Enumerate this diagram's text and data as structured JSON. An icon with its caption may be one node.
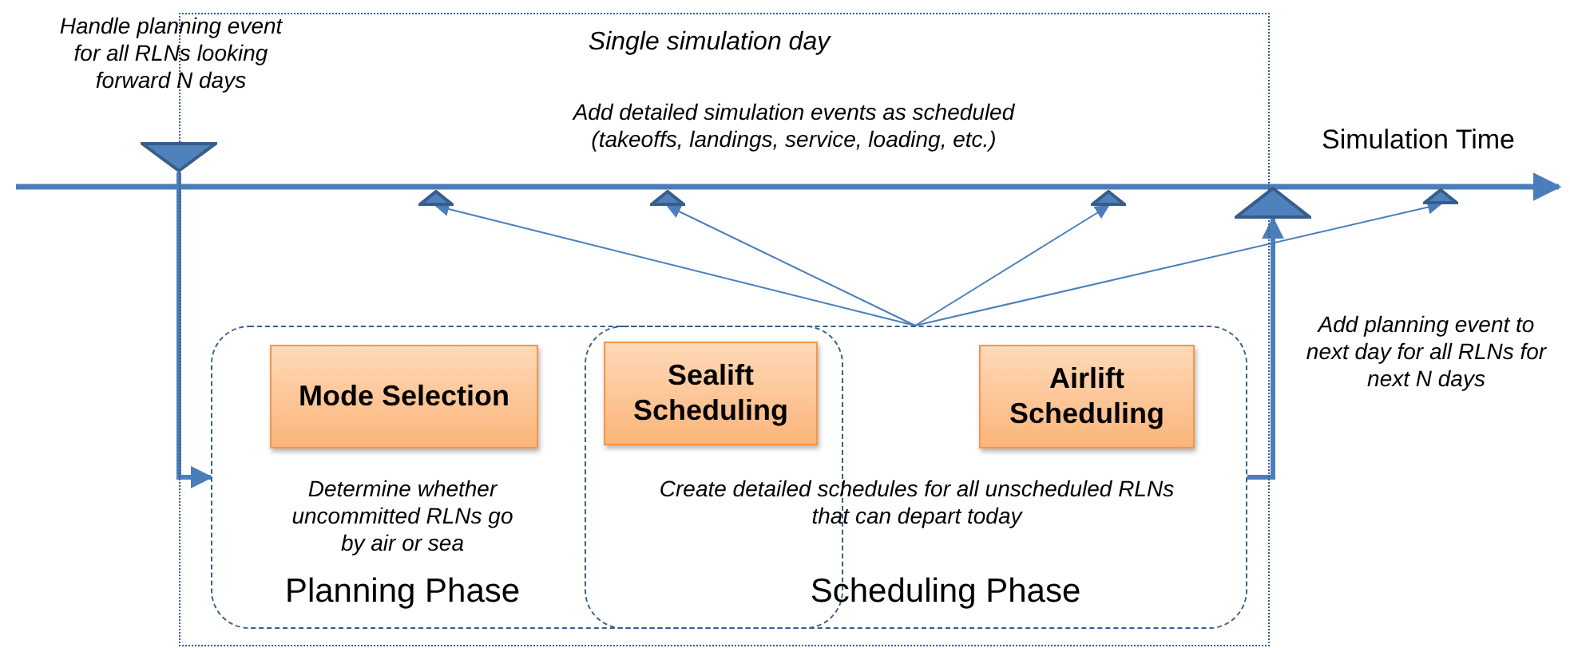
{
  "diagram": {
    "nodes": [
      {
        "text": [
          "Single simulation day"
        ]
      },
      {
        "text": [
          "Determine whether uncommitted RLNs go by air or sea",
          "Planning Phase"
        ],
        "in": 0
      },
      {
        "text": [
          "Create detailed schedules for all unscheduled RLNs that can depart today",
          "Scheduling Phase"
        ],
        "in": 0
      },
      {
        "text": [
          "Mode Selection"
        ],
        "in": 1
      },
      {
        "text": [
          "Sealift Scheduling"
        ]
      },
      {
        "text": [
          "Airlift Scheduling"
        ],
        "in": 2
      },
      {
        "text": [],
        "shape": "triangle",
        "beside": [
          "Handle planning event for all RLNs looking forward N days"
        ]
      },
      {
        "text": [],
        "shape": "triangle",
        "in": 0
      },
      {
        "text": [],
        "shape": "triangle",
        "in": 0
      },
      {
        "text": [],
        "shape": "triangle",
        "in": 0
      },
      {
        "text": [],
        "shape": "triangle"
      },
      {
        "text": [],
        "shape": "triangle"
      }
    ],
    "edges": [
      {
        "from": 6,
        "to": 1,
        "arrow": "to",
        "style": "thick"
      },
      {
        "from": 2,
        "to": 10,
        "arrow": "to",
        "style": "thick"
      },
      {
        "from": 2,
        "to": 7,
        "arrow": "to"
      },
      {
        "from": 2,
        "to": 8,
        "arrow": "to"
      },
      {
        "from": 2,
        "to": 9,
        "arrow": "to"
      },
      {
        "from": 2,
        "to": 11,
        "arrow": "to"
      }
    ],
    "labels": [
      "Add detailed simulation events as scheduled (takeoffs, landings, service, loading, etc.)",
      "Simulation Time",
      "Add planning event to next day for all RLNs for next N days"
    ]
  }
}
